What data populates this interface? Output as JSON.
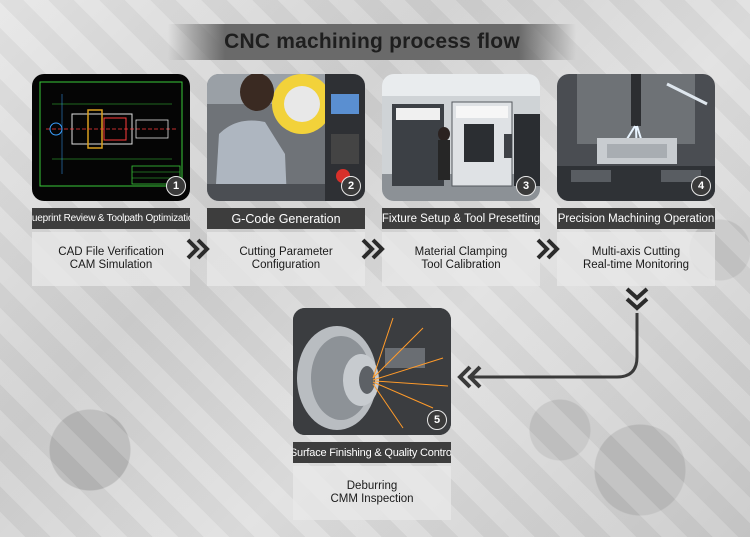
{
  "title": "CNC machining process flow",
  "steps": [
    {
      "number": "1",
      "label": "Blueprint Review & Toolpath Optimization",
      "lines": [
        "CAD File Verification",
        "CAM Simulation"
      ]
    },
    {
      "number": "2",
      "label": "G-Code Generation",
      "lines": [
        "Cutting Parameter",
        "Configuration"
      ]
    },
    {
      "number": "3",
      "label": "Fixture Setup & Tool Presetting",
      "lines": [
        "Material Clamping",
        "Tool Calibration"
      ]
    },
    {
      "number": "4",
      "label": "Precision Machining Operation",
      "lines": [
        "Multi-axis Cutting",
        "Real-time Monitoring"
      ]
    },
    {
      "number": "5",
      "label": "Surface Finishing & Quality Control",
      "lines": [
        "Deburring",
        "CMM Inspection"
      ]
    }
  ],
  "colors": {
    "label_bg": "#3d3d3d",
    "title_bar": "#6a6a6a",
    "arrow": "#2b2b2b"
  }
}
